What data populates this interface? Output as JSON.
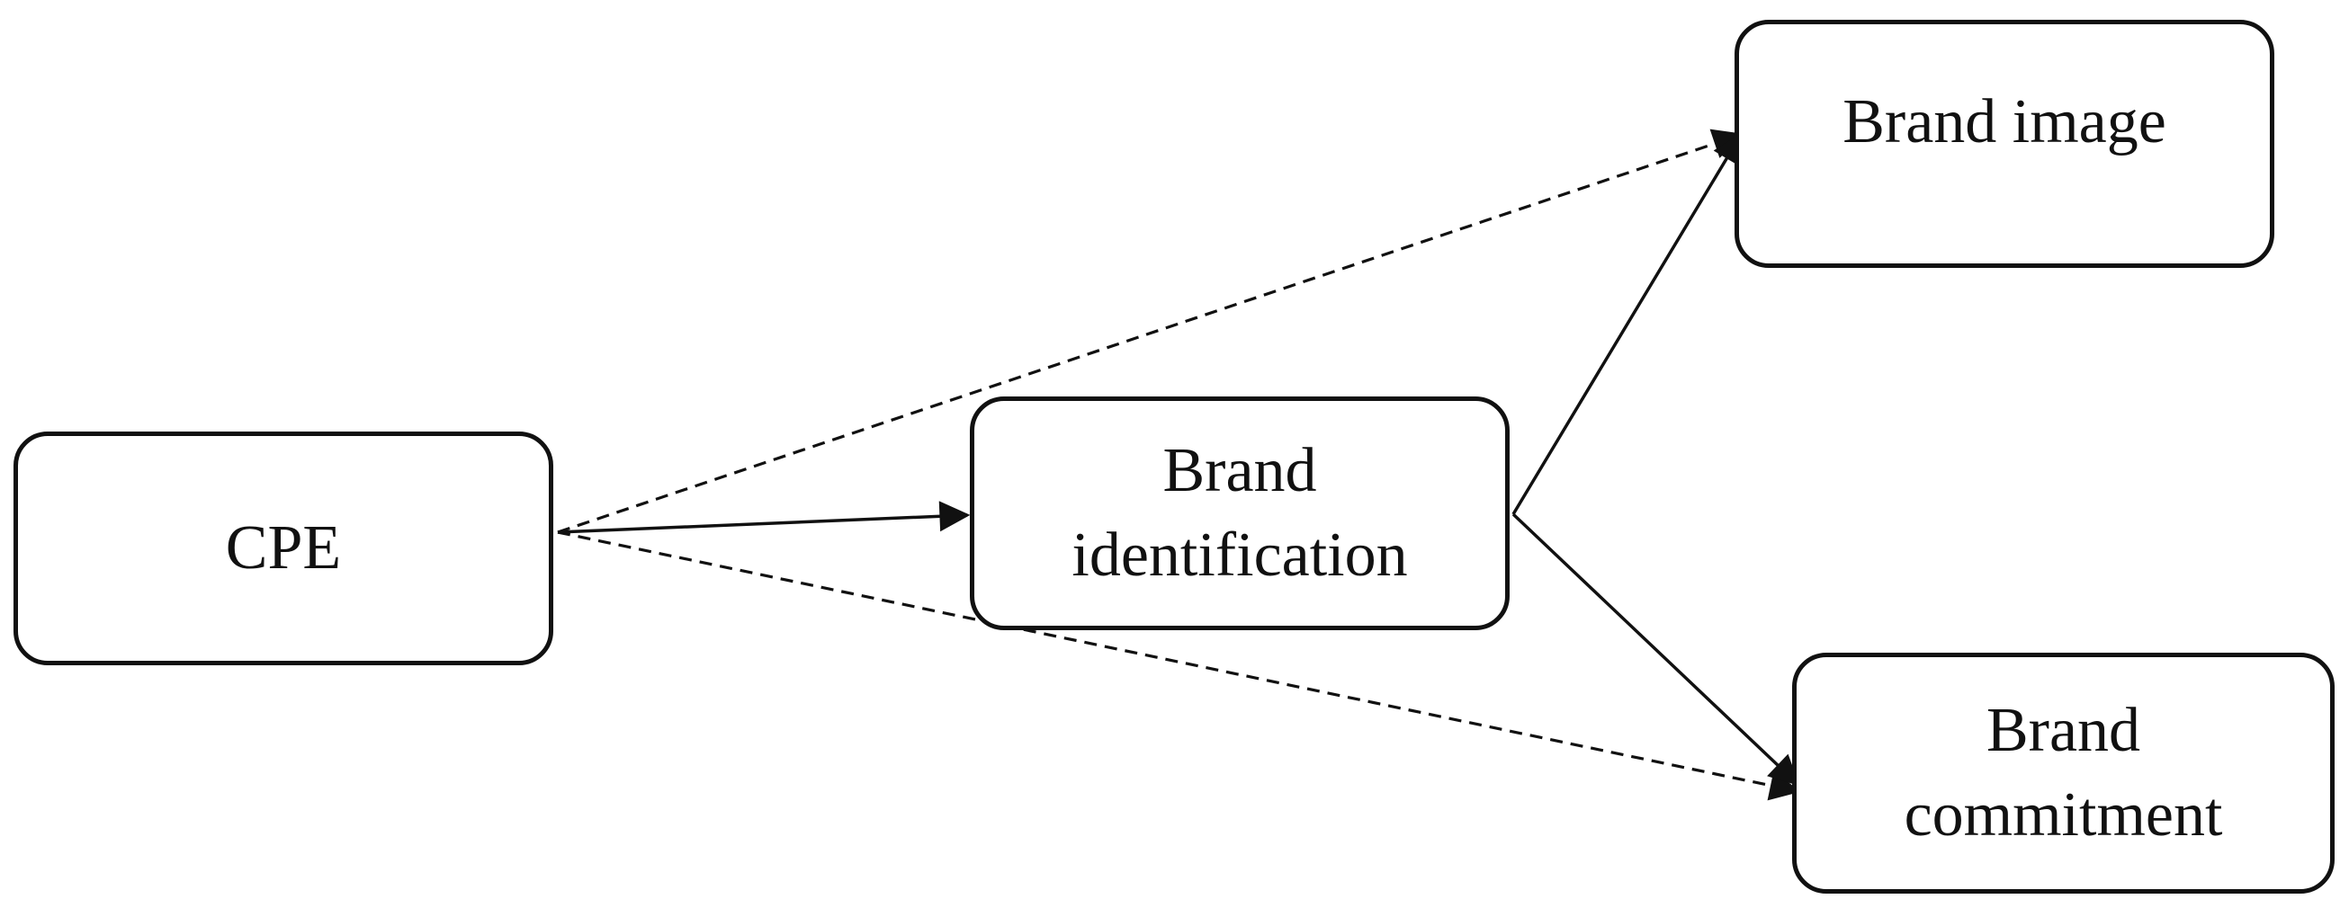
{
  "nodes": {
    "cpe": {
      "label": "CPE"
    },
    "brand_identification": {
      "lines": [
        "Brand",
        "identification"
      ]
    },
    "brand_image": {
      "label": "Brand image"
    },
    "brand_commitment": {
      "lines": [
        "Brand",
        "commitment"
      ]
    }
  },
  "edges": [
    {
      "from": "CPE",
      "to": "Brand identification",
      "style": "solid"
    },
    {
      "from": "CPE",
      "to": "Brand image",
      "style": "dashed"
    },
    {
      "from": "CPE",
      "to": "Brand commitment",
      "style": "dashed"
    },
    {
      "from": "Brand identification",
      "to": "Brand image",
      "style": "solid"
    },
    {
      "from": "Brand identification",
      "to": "Brand commitment",
      "style": "solid"
    }
  ],
  "colors": {
    "stroke": "#111111",
    "background": "#ffffff"
  }
}
